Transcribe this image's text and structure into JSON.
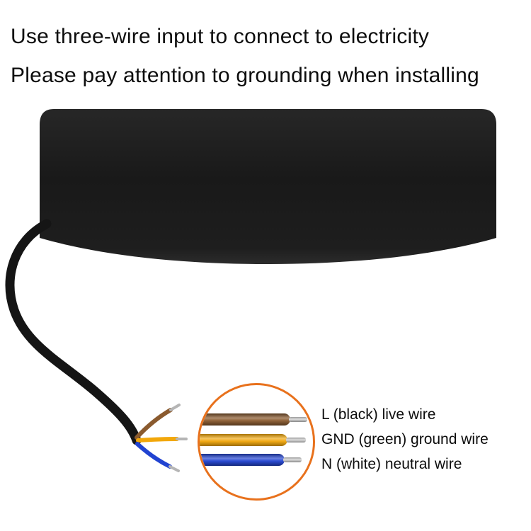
{
  "title": {
    "line1": "Use three-wire input to connect to electricity",
    "line2": "Please pay attention to grounding when installing"
  },
  "legend": {
    "items": [
      {
        "id": "live",
        "label": "L (black) live wire"
      },
      {
        "id": "ground",
        "label": "GND (green) ground wire"
      },
      {
        "id": "neutral",
        "label": "N (white) neutral wire"
      }
    ]
  },
  "colors": {
    "background": "#ffffff",
    "text": "#0d0d0d",
    "lamp_body": "#1d1d1d",
    "cable": "#151515",
    "magnifier_ring": "#e8711c",
    "wire_live": "#8a5a2e",
    "wire_ground": "#f2a70a",
    "wire_neutral": "#2143d1",
    "wire_tip": "#b5b5b5"
  }
}
